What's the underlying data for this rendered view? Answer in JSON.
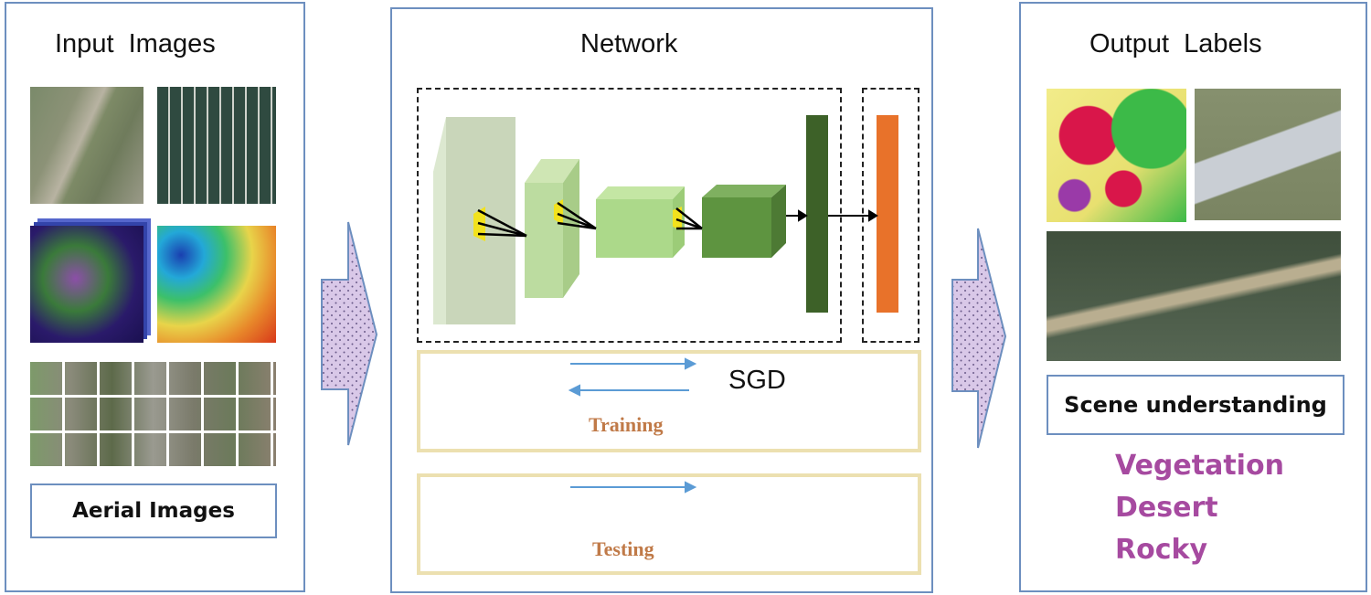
{
  "input_panel": {
    "title": "Input  Images",
    "caption": "Aerial Images"
  },
  "network_panel": {
    "title": "Network",
    "sgd_label": "SGD",
    "training_label": "Training",
    "testing_label": "Testing"
  },
  "output_panel": {
    "title": "Output  Labels",
    "caption": "Scene understanding",
    "classes": [
      "Vegetation",
      "Desert",
      "Rocky"
    ]
  },
  "colors": {
    "panel_border": "#6d8fbf",
    "arrow_fill": "#d9c8e8",
    "class_text": "#a64aa0",
    "phase_border": "#ece0b0",
    "phase_text": "#c07a48",
    "flow_arrow": "#5b9bd5",
    "fc_layer": "#3d6128",
    "output_layer": "#e8722a"
  }
}
